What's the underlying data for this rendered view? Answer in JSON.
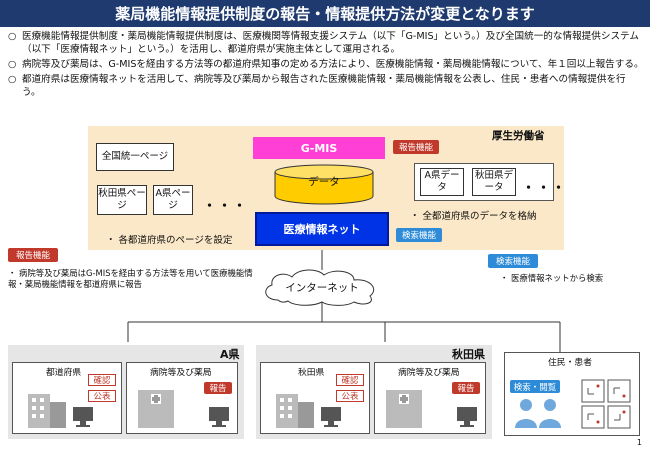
{
  "title": "薬局機能情報提供制度の報告・情報提供方法が変更となります",
  "bullets": [
    {
      "mark": "○",
      "text": "医療機能情報提供制度・薬局機能情報提供制度は、医療機関等情報支援システム（以下「G-MIS」という。）及び全国統一的な情報提供システム（以下「医療情報ネット」という。）を活用し、都道府県が実施主体として運用される。"
    },
    {
      "mark": "○",
      "text": "病院等及び薬局は、G-MISを経由する方法等の都道府県知事の定める方法により、医療機能情報・薬局機能情報について、年１回以上報告する。"
    },
    {
      "mark": "○",
      "text": "都道府県は医療情報ネットを活用して、病院等及び薬局から報告された医療機能情報・薬局機能情報を公表し、住民・患者への情報提供を行う。"
    }
  ],
  "mhlw": {
    "label": "厚生労働省",
    "page_unified": "全国統一ページ",
    "page_akita": "秋田県ページ",
    "page_a": "A県ページ",
    "dots": "・・・",
    "gmis": "G-MIS",
    "data": "データ",
    "data_a": "A県データ",
    "data_akita": "秋田県データ",
    "iryo_net": "医療情報ネット",
    "note_pages": "・ 各都道府県のページを設定",
    "note_data": "・ 全都道府県のデータを格納",
    "badge_report": "報告機能",
    "badge_search": "検索機能"
  },
  "left_report": {
    "badge": "報告機能",
    "text": "・ 病院等及び薬局はG-MISを経由する方法等を用いて医療機能情報・薬局機能情報を都道府県に報告"
  },
  "right_search": {
    "badge": "検索機能",
    "text": "・ 医療情報ネットから検索"
  },
  "internet": "インターネット",
  "region_a": {
    "label": "A県",
    "pref": "都道府県",
    "hospital": "病院等及び薬局",
    "confirm": "確認",
    "publish": "公表",
    "report": "報告"
  },
  "region_akita": {
    "label": "秋田県",
    "pref": "秋田県",
    "hospital": "病院等及び薬局",
    "confirm": "確認",
    "publish": "公表",
    "report": "報告"
  },
  "citizen": {
    "label": "住民・患者",
    "search": "検索・閲覧"
  },
  "page_number": "1",
  "colors": {
    "title_bg": "#1f3a6e",
    "mhlw_bg": "#fbe8c8",
    "gmis": "#ff3fd6",
    "iryo": "#0033e6",
    "data": "#ffcc00",
    "report_red": "#c0392b",
    "search_blue": "#2e8bd8",
    "region_bg": "#e6e6e6"
  }
}
